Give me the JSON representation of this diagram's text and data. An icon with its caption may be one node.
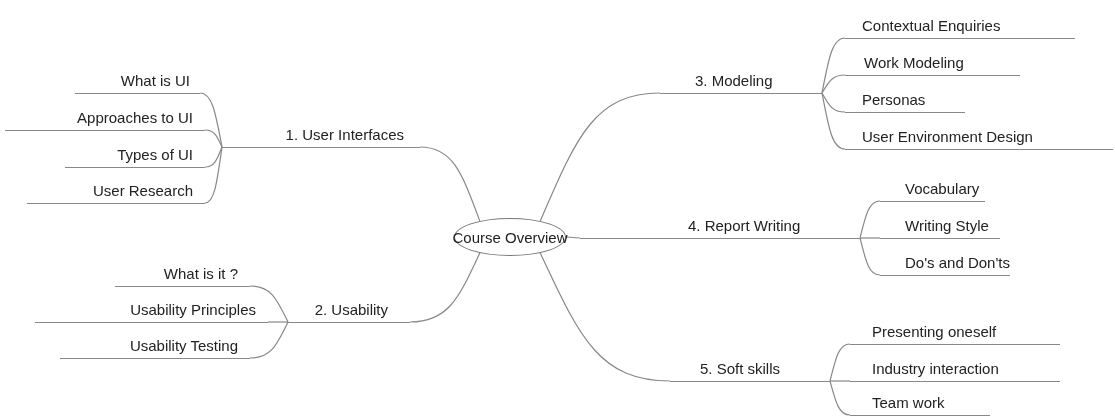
{
  "diagram": {
    "nodes": [
      {
        "text": [
          "Course Overview"
        ]
      },
      {
        "text": [
          "1. User Interfaces"
        ]
      },
      {
        "text": [
          "What is UI"
        ]
      },
      {
        "text": [
          "Approaches to UI"
        ]
      },
      {
        "text": [
          "Types of UI"
        ]
      },
      {
        "text": [
          "User Research"
        ]
      },
      {
        "text": [
          "2. Usability"
        ]
      },
      {
        "text": [
          "What is it ?"
        ]
      },
      {
        "text": [
          "Usability Principles"
        ]
      },
      {
        "text": [
          "Usability Testing"
        ]
      },
      {
        "text": [
          "3. Modeling"
        ]
      },
      {
        "text": [
          "Contextual Enquiries"
        ]
      },
      {
        "text": [
          "Work Modeling"
        ]
      },
      {
        "text": [
          "Personas"
        ]
      },
      {
        "text": [
          "User Environment Design"
        ]
      },
      {
        "text": [
          "4. Report Writing"
        ]
      },
      {
        "text": [
          "Vocabulary"
        ]
      },
      {
        "text": [
          "Writing Style"
        ]
      },
      {
        "text": [
          "Do's and Don'ts"
        ]
      },
      {
        "text": [
          "5. Soft skills"
        ]
      },
      {
        "text": [
          "Presenting oneself"
        ]
      },
      {
        "text": [
          "Industry interaction"
        ]
      },
      {
        "text": [
          "Team work"
        ]
      }
    ],
    "edges": [
      {
        "from": 0,
        "to": 1,
        "arrow": "none"
      },
      {
        "from": 1,
        "to": 2,
        "arrow": "none"
      },
      {
        "from": 1,
        "to": 3,
        "arrow": "none"
      },
      {
        "from": 1,
        "to": 4,
        "arrow": "none"
      },
      {
        "from": 1,
        "to": 5,
        "arrow": "none"
      },
      {
        "from": 0,
        "to": 6,
        "arrow": "none"
      },
      {
        "from": 6,
        "to": 7,
        "arrow": "none"
      },
      {
        "from": 6,
        "to": 8,
        "arrow": "none"
      },
      {
        "from": 6,
        "to": 9,
        "arrow": "none"
      },
      {
        "from": 0,
        "to": 10,
        "arrow": "none"
      },
      {
        "from": 10,
        "to": 11,
        "arrow": "none"
      },
      {
        "from": 10,
        "to": 12,
        "arrow": "none"
      },
      {
        "from": 10,
        "to": 13,
        "arrow": "none"
      },
      {
        "from": 10,
        "to": 14,
        "arrow": "none"
      },
      {
        "from": 0,
        "to": 15,
        "arrow": "none"
      },
      {
        "from": 15,
        "to": 16,
        "arrow": "none"
      },
      {
        "from": 15,
        "to": 17,
        "arrow": "none"
      },
      {
        "from": 15,
        "to": 18,
        "arrow": "none"
      },
      {
        "from": 0,
        "to": 19,
        "arrow": "none"
      },
      {
        "from": 19,
        "to": 20,
        "arrow": "none"
      },
      {
        "from": 19,
        "to": 21,
        "arrow": "none"
      },
      {
        "from": 19,
        "to": 22,
        "arrow": "none"
      }
    ]
  }
}
